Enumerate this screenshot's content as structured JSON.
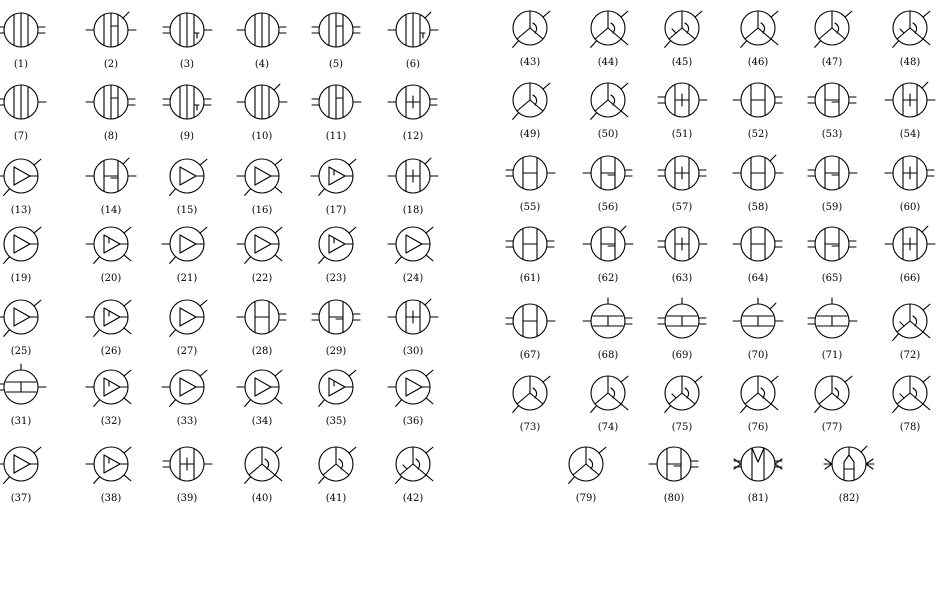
{
  "figure": {
    "diagrams": [
      {
        "label": "(1)",
        "type": "three-line"
      },
      {
        "label": "(2)",
        "type": "three-line"
      },
      {
        "label": "(3)",
        "type": "three-line"
      },
      {
        "label": "(4)",
        "type": "three-line"
      },
      {
        "label": "(5)",
        "type": "three-line"
      },
      {
        "label": "(6)",
        "type": "three-line"
      },
      {
        "label": "(7)",
        "type": "three-line"
      },
      {
        "label": "(8)",
        "type": "three-line"
      },
      {
        "label": "(9)",
        "type": "three-line"
      },
      {
        "label": "(10)",
        "type": "three-line"
      },
      {
        "label": "(11)",
        "type": "three-line"
      },
      {
        "label": "(12)",
        "type": "h"
      },
      {
        "label": "(13)",
        "type": "triangle"
      },
      {
        "label": "(14)",
        "type": "h"
      },
      {
        "label": "(15)",
        "type": "triangle"
      },
      {
        "label": "(16)",
        "type": "triangle"
      },
      {
        "label": "(17)",
        "type": "triangle"
      },
      {
        "label": "(18)",
        "type": "h"
      },
      {
        "label": "(19)",
        "type": "triangle"
      },
      {
        "label": "(20)",
        "type": "triangle"
      },
      {
        "label": "(21)",
        "type": "triangle"
      },
      {
        "label": "(22)",
        "type": "triangle"
      },
      {
        "label": "(23)",
        "type": "triangle"
      },
      {
        "label": "(24)",
        "type": "triangle"
      },
      {
        "label": "(25)",
        "type": "triangle"
      },
      {
        "label": "(26)",
        "type": "triangle"
      },
      {
        "label": "(27)",
        "type": "triangle"
      },
      {
        "label": "(28)",
        "type": "h"
      },
      {
        "label": "(29)",
        "type": "h"
      },
      {
        "label": "(30)",
        "type": "h"
      },
      {
        "label": "(31)",
        "type": "h-vertical"
      },
      {
        "label": "(32)",
        "type": "triangle"
      },
      {
        "label": "(33)",
        "type": "triangle"
      },
      {
        "label": "(34)",
        "type": "triangle"
      },
      {
        "label": "(35)",
        "type": "triangle"
      },
      {
        "label": "(36)",
        "type": "triangle"
      },
      {
        "label": "(37)",
        "type": "triangle"
      },
      {
        "label": "(38)",
        "type": "triangle"
      },
      {
        "label": "(39)",
        "type": "h"
      },
      {
        "label": "(40)",
        "type": "y"
      },
      {
        "label": "(41)",
        "type": "y"
      },
      {
        "label": "(42)",
        "type": "y"
      },
      {
        "label": "(43)",
        "type": "y"
      },
      {
        "label": "(44)",
        "type": "y"
      },
      {
        "label": "(45)",
        "type": "y"
      },
      {
        "label": "(46)",
        "type": "y"
      },
      {
        "label": "(47)",
        "type": "y"
      },
      {
        "label": "(48)",
        "type": "y"
      },
      {
        "label": "(49)",
        "type": "y"
      },
      {
        "label": "(50)",
        "type": "y"
      },
      {
        "label": "(51)",
        "type": "h"
      },
      {
        "label": "(52)",
        "type": "h"
      },
      {
        "label": "(53)",
        "type": "h"
      },
      {
        "label": "(54)",
        "type": "h"
      },
      {
        "label": "(55)",
        "type": "h"
      },
      {
        "label": "(56)",
        "type": "h"
      },
      {
        "label": "(57)",
        "type": "h"
      },
      {
        "label": "(58)",
        "type": "h"
      },
      {
        "label": "(59)",
        "type": "h"
      },
      {
        "label": "(60)",
        "type": "h"
      },
      {
        "label": "(61)",
        "type": "h"
      },
      {
        "label": "(62)",
        "type": "h"
      },
      {
        "label": "(63)",
        "type": "h"
      },
      {
        "label": "(64)",
        "type": "h"
      },
      {
        "label": "(65)",
        "type": "h"
      },
      {
        "label": "(66)",
        "type": "h"
      },
      {
        "label": "(67)",
        "type": "h"
      },
      {
        "label": "(68)",
        "type": "h-vertical"
      },
      {
        "label": "(69)",
        "type": "h-vertical"
      },
      {
        "label": "(70)",
        "type": "h-vertical"
      },
      {
        "label": "(71)",
        "type": "h-vertical"
      },
      {
        "label": "(72)",
        "type": "y"
      },
      {
        "label": "(73)",
        "type": "y"
      },
      {
        "label": "(74)",
        "type": "y"
      },
      {
        "label": "(75)",
        "type": "y"
      },
      {
        "label": "(76)",
        "type": "y"
      },
      {
        "label": "(77)",
        "type": "y"
      },
      {
        "label": "(78)",
        "type": "y"
      },
      {
        "label": "(79)",
        "type": "y"
      },
      {
        "label": "(80)",
        "type": "h"
      },
      {
        "label": "(81)",
        "type": "w"
      },
      {
        "label": "(82)",
        "type": "house"
      }
    ]
  }
}
